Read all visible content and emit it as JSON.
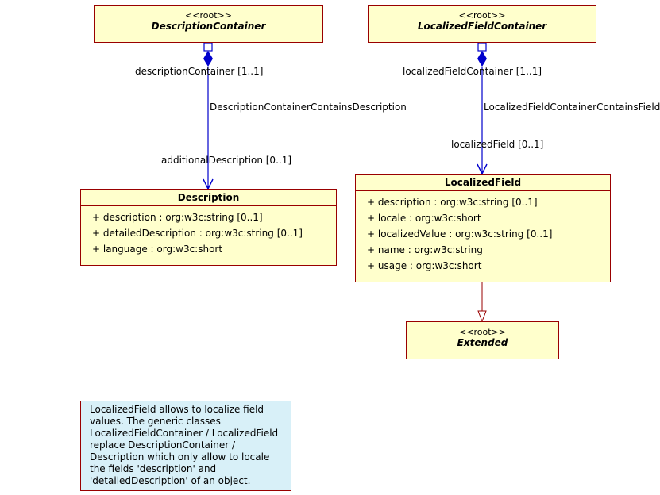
{
  "classes": {
    "description_container": {
      "stereotype": "<<root>>",
      "name": "DescriptionContainer"
    },
    "localized_field_container": {
      "stereotype": "<<root>>",
      "name": "LocalizedFieldContainer"
    },
    "description": {
      "name": "Description",
      "attributes": [
        "+ description : org:w3c:string [0..1]",
        "+ detailedDescription : org:w3c:string [0..1]",
        "+ language : org:w3c:short"
      ]
    },
    "localized_field": {
      "name": "LocalizedField",
      "attributes": [
        "+ description : org:w3c:string [0..1]",
        "+ locale : org:w3c:short",
        "+ localizedValue : org:w3c:string [0..1]",
        "+ name : org:w3c:string",
        "+ usage : org:w3c:short"
      ]
    },
    "extended": {
      "stereotype": "<<root>>",
      "name": "Extended"
    }
  },
  "associations": {
    "description": {
      "source_role": "descriptionContainer [1..1]",
      "name": "DescriptionContainerContainsDescription",
      "target_role": "additionalDescription [0..1]"
    },
    "localized_field": {
      "source_role": "localizedFieldContainer [1..1]",
      "name": "LocalizedFieldContainerContainsField",
      "target_role": "localizedField [0..1]"
    }
  },
  "note": {
    "text": "LocalizedField allows to localize field values. The generic classes LocalizedFieldContainer / LocalizedField replace DescriptionContainer / Description which only allow to locale the fields 'description' and 'detailedDescription' of an object."
  },
  "colors": {
    "class_fill": "#ffffcc",
    "class_border": "#990000",
    "association_line": "#0000cc",
    "generalization_line": "#990000",
    "note_fill": "#d8f0f8"
  }
}
